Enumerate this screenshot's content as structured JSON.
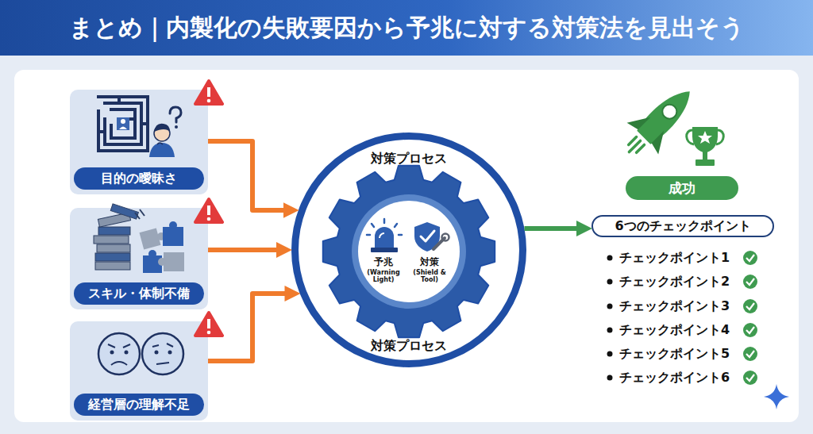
{
  "diagram": {
    "title": "まとめ｜内製化の失敗要因から予兆に対する対策法を見出そう",
    "nodes": [
      {
        "text": [
          "目的の曖昧さ"
        ]
      },
      {
        "text": [
          "スキル・体制不備"
        ]
      },
      {
        "text": [
          "経営層の理解不足"
        ]
      },
      {
        "text": [
          "対策プロセス",
          "対策プロセス"
        ]
      },
      {
        "text": [
          "予兆",
          "(Warning Light)",
          "対策",
          "(Shield & Tool)"
        ],
        "in": 3
      },
      {
        "text": [
          "成功"
        ]
      },
      {
        "text": [
          "6つのチェックポイント"
        ]
      }
    ],
    "edges": [
      {
        "from": 0,
        "to": 3,
        "arrow": "to"
      },
      {
        "from": 1,
        "to": 3,
        "arrow": "to"
      },
      {
        "from": 2,
        "to": 3,
        "arrow": "to"
      },
      {
        "from": 3,
        "to": 6,
        "arrow": "to"
      }
    ],
    "labels": [
      "チェックポイント1",
      "チェックポイント2",
      "チェックポイント3",
      "チェックポイント4",
      "チェックポイント5",
      "チェックポイント6"
    ]
  }
}
